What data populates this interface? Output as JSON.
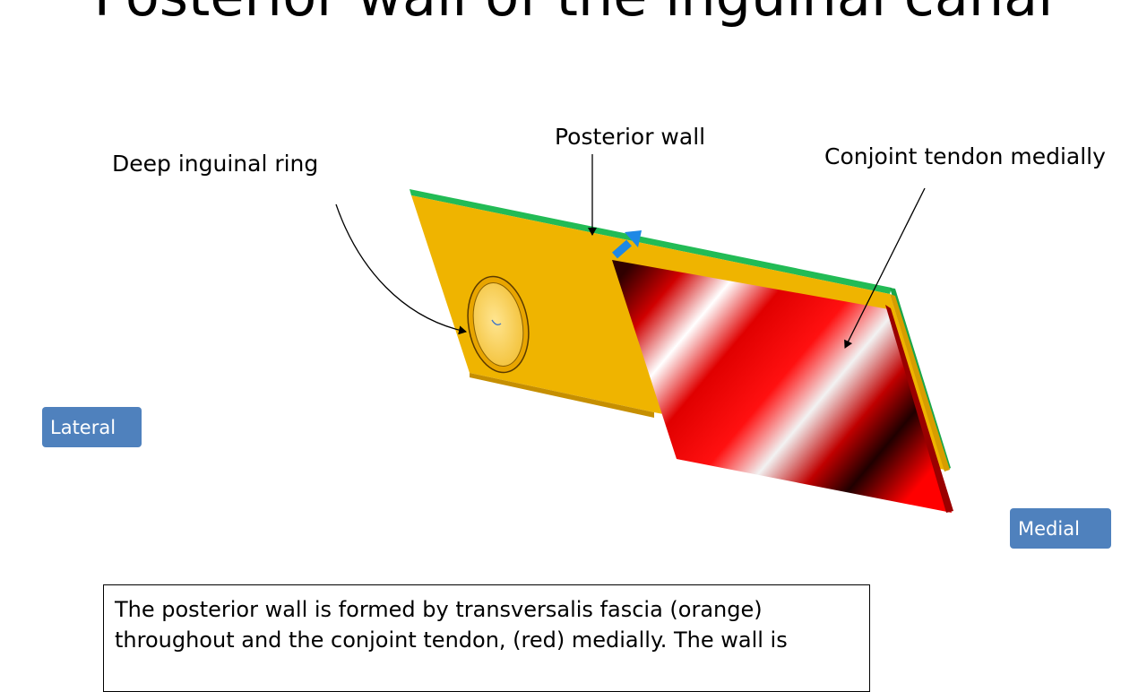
{
  "title": "Posterior wall of the inguinal canal",
  "labels": {
    "posterior_wall": "Posterior wall",
    "deep_ring": "Deep inguinal ring",
    "conjoint_tendon": "Conjoint tendon medially"
  },
  "orientation": {
    "lateral": "Lateral",
    "medial": "Medial"
  },
  "caption": "The posterior wall is formed by transversalis fascia (orange) throughout and the conjoint tendon, (red) medially. The wall is",
  "colors": {
    "transversalis_fascia": "#f0b400",
    "conjoint_tendon": "#e00000",
    "edge_strip": "#22bb55",
    "tag_background": "#4f81bd",
    "arrow": "#1e88e5"
  }
}
